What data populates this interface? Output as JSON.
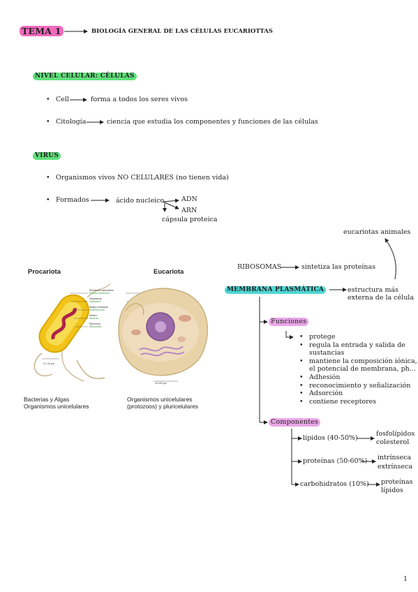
{
  "header": {
    "tema": "TEMA 1",
    "title": "BIOLOGÍA GENERAL DE LAS CÉLULAS EUCARIOTTAS"
  },
  "nivel": {
    "heading": "NIVEL CELULAR: CÉLULAS",
    "cell_term": "Cell",
    "cell_def": "forma a todos los seres vivos",
    "cito_term": "Citología",
    "cito_def": "ciencia que estudia los componentes y funciones de las células"
  },
  "virus": {
    "heading": "VIRUS",
    "b1": "Organismos vivos NO CELULARES (no tienen vida)",
    "b2_term": "Formados",
    "acido": "ácido nucleico",
    "adn": "ADN",
    "arn": "ARN",
    "capsula": "cápsula proteica"
  },
  "figure": {
    "procariota": "Procariota",
    "eucariota": "Eucariota",
    "legend": [
      "Membrana plasmática",
      "Plasma membrane",
      "Citoplasma",
      "Cytoplasm",
      "Región nucleoide",
      "Nucleoid zone",
      "Núcleo",
      "Nucleus",
      "Ribosoma",
      "Ribosomes"
    ],
    "scale1": "0,1-10 μm",
    "scale2": "10-100 μm",
    "cap1_line1": "Bacterias y Algas",
    "cap1_line2": "Organismos unicelulares",
    "cap2_line1": "Organismos unicelulares",
    "cap2_line2": "(protozoos) y  pluricelulares"
  },
  "right": {
    "eucariotas": "eucariotas animales",
    "ribo": "RIBOSOMAS",
    "ribo_def": "sintetiza las proteínas",
    "membrana": "MEMBRANA PLASMÁTICA",
    "membrana_def1": "estructura más",
    "membrana_def2": "externa de la célula",
    "funciones": "Funciones",
    "func_items": [
      "protege",
      "regula la entrada y salida de",
      "sustancias",
      "mantiene la composición iónica,",
      "el potencial de membrana, ph...",
      "Adhesión",
      "reconocimiento y señalización",
      "Adsorción",
      "contiene receptores"
    ],
    "componentes": "Componentes",
    "lipidos": "lípidos (40-50%)",
    "lip_a": "fosfolípidos",
    "lip_b": "colesterol",
    "proteinas": "proteínas (50-60%)",
    "prot_a": "intrínseca",
    "prot_b": "extrínseca",
    "carbo": "carbohidratos (10%)",
    "carb_a": "proteínas",
    "carb_b": "lípidos"
  },
  "page_number": "1"
}
